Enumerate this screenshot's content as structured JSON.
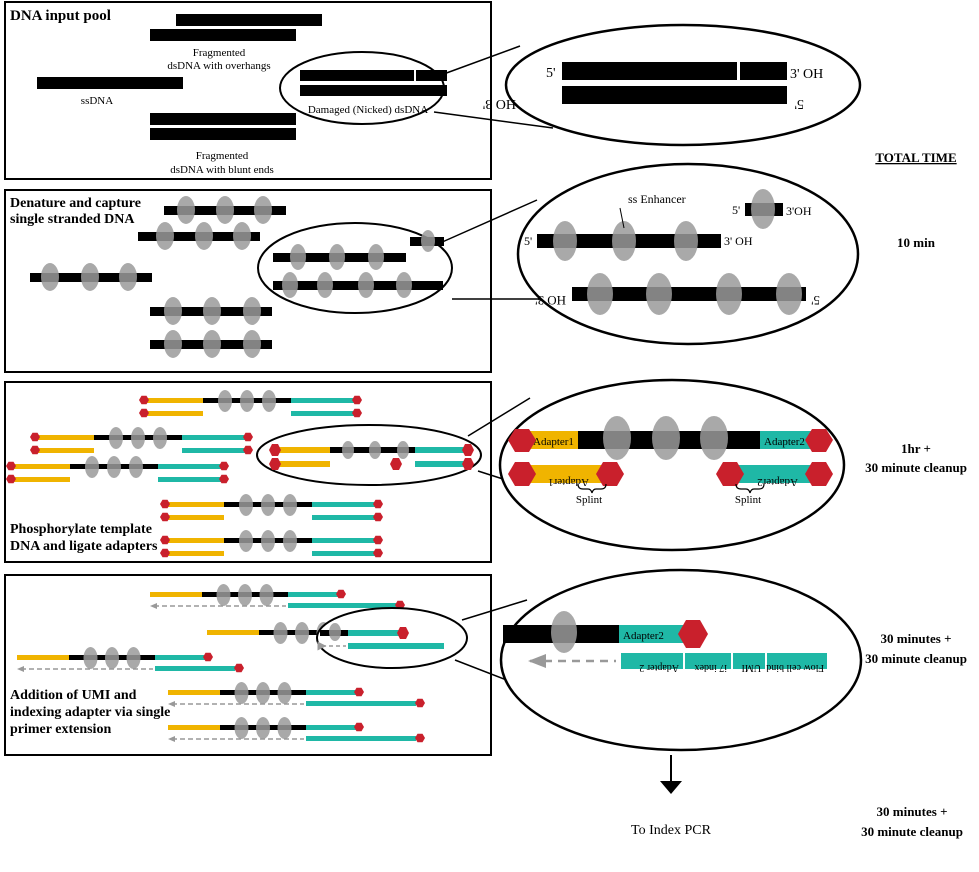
{
  "colors": {
    "strand": "#000000",
    "enhancer": "#9a9a9a",
    "adapter1": "#f0b400",
    "adapter2": "#1fb8a6",
    "phosphate": "#c9202c",
    "primer": "#999999"
  },
  "panel1": {
    "title": "DNA input pool",
    "frag_overhangs": [
      "Fragmented",
      "dsDNA with overhangs"
    ],
    "ssdna": "ssDNA",
    "damaged": "Damaged (Nicked) dsDNA",
    "frag_blunt": [
      "Fragmented",
      "dsDNA with blunt ends"
    ],
    "zoom_5prime": "5'",
    "zoom_3oh": "3' OH",
    "zoom_bottom_left": "HO 3'",
    "zoom_bottom_right": "5'"
  },
  "panel2": {
    "title": [
      "Denature and capture",
      "single stranded DNA"
    ],
    "ss_enhancer": "ss Enhancer",
    "five_prime_a": "5'",
    "three_oh_a": "3'OH",
    "five_prime_b": "5'",
    "three_oh_b": "3' OH",
    "ho3": "HO 3'",
    "five_prime_c": "5'"
  },
  "panel3": {
    "title": [
      "Phosphorylate template",
      "DNA and ligate adapters"
    ],
    "adapter1": "Adapter1",
    "adapter2": "Adapter2",
    "adapter1_flipped": "Adapter1",
    "adapter2_flipped": "Adapter2",
    "splint_left": "Splint",
    "splint_right": "Splint"
  },
  "panel4": {
    "title": [
      "Addition of UMI and",
      "indexing adapter via single",
      "primer extension"
    ],
    "adapter2": "Adapter2",
    "seg_adapter2": "Adapter 2",
    "seg_i7": "i7 index",
    "seg_umi": "UMI",
    "seg_flowcell": "Flow cell bind"
  },
  "bottom": {
    "to_index_pcr": "To Index PCR"
  },
  "times": {
    "header": "TOTAL TIME",
    "t1": "10 min",
    "t2": [
      "1hr  +",
      "30 minute cleanup"
    ],
    "t3": [
      "30 minutes  +",
      "30 minute cleanup"
    ],
    "t4": [
      "30 minutes  +",
      "30 minute cleanup"
    ]
  }
}
